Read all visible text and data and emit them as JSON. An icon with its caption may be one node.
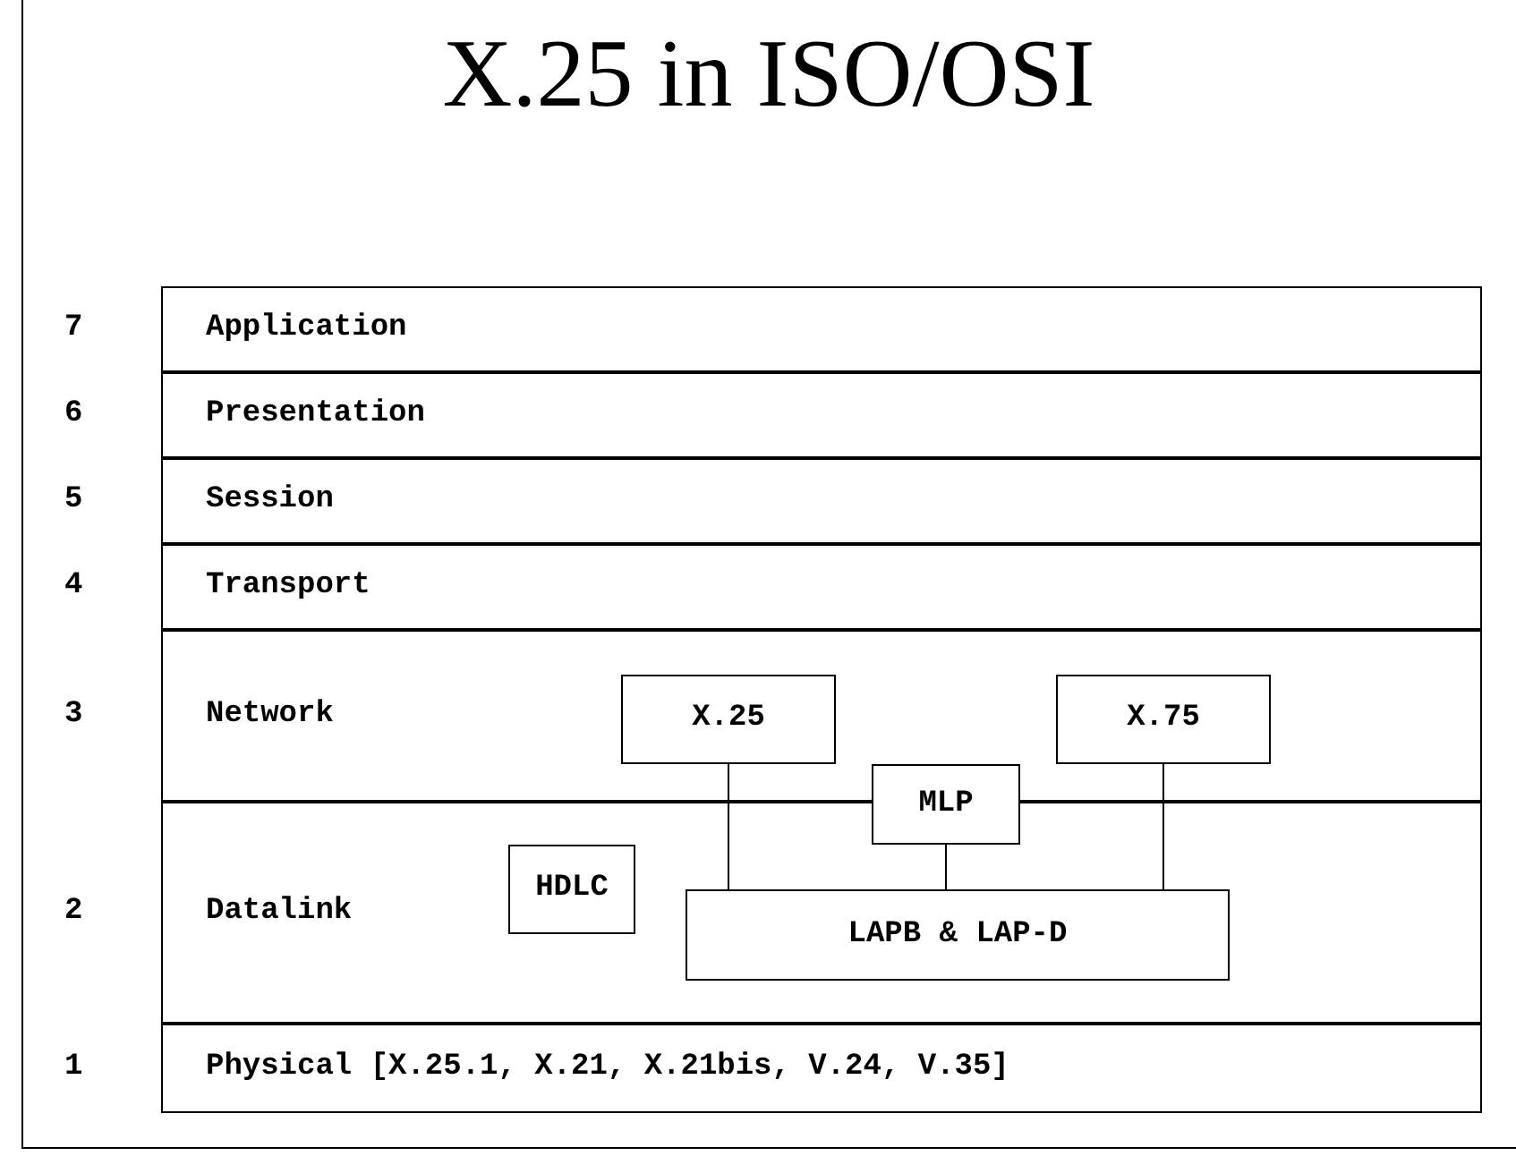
{
  "diagram": {
    "title": "X.25 in ISO/OSI",
    "nodes": [
      {
        "text": [
          "Application"
        ],
        "beside": [
          "7"
        ]
      },
      {
        "text": [
          "Presentation"
        ],
        "beside": [
          "6"
        ]
      },
      {
        "text": [
          "Session"
        ],
        "beside": [
          "5"
        ]
      },
      {
        "text": [
          "Transport"
        ],
        "beside": [
          "4"
        ]
      },
      {
        "text": [
          "Network"
        ],
        "beside": [
          "3"
        ]
      },
      {
        "text": [
          "X.25"
        ],
        "in": 4
      },
      {
        "text": [
          "X.75"
        ],
        "in": 4
      },
      {
        "text": [
          "MLP"
        ]
      },
      {
        "text": [
          "Datalink"
        ],
        "beside": [
          "2"
        ]
      },
      {
        "text": [
          "HDLC"
        ],
        "in": 8
      },
      {
        "text": [
          "LAPB & LAP-D"
        ],
        "in": 8
      },
      {
        "text": [
          "Physical [X.25.1, X.21, X.21bis, V.24, V.35]"
        ],
        "beside": [
          "1"
        ]
      }
    ],
    "edges": [
      {
        "from": 5,
        "to": 10,
        "arrow": "none"
      },
      {
        "from": 6,
        "to": 10,
        "arrow": "none"
      },
      {
        "from": 7,
        "to": 10,
        "arrow": "none"
      }
    ]
  }
}
